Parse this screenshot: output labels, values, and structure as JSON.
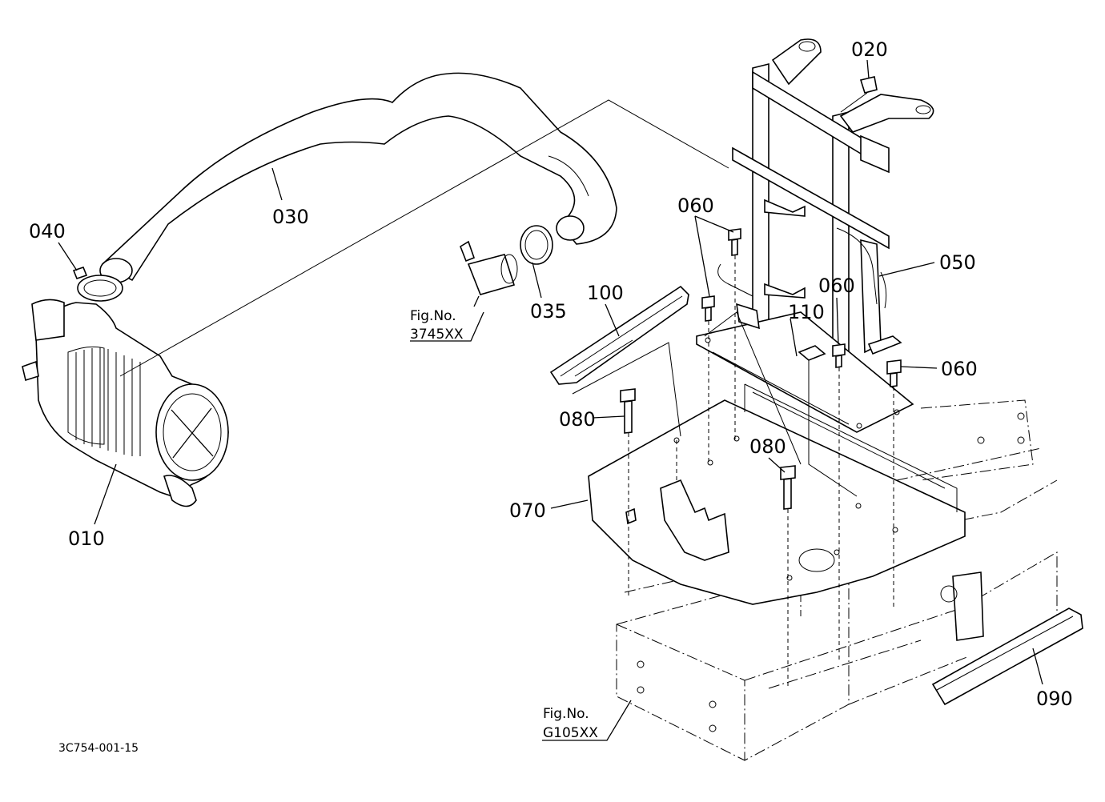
{
  "diagram": {
    "parts": [
      {
        "id": "p010",
        "label": "010"
      },
      {
        "id": "p020",
        "label": "020"
      },
      {
        "id": "p030",
        "label": "030"
      },
      {
        "id": "p035",
        "label": "035"
      },
      {
        "id": "p040",
        "label": "040"
      },
      {
        "id": "p050",
        "label": "050"
      },
      {
        "id": "p060a",
        "label": "060"
      },
      {
        "id": "p060b",
        "label": "060"
      },
      {
        "id": "p060c",
        "label": "060"
      },
      {
        "id": "p070",
        "label": "070"
      },
      {
        "id": "p080a",
        "label": "080"
      },
      {
        "id": "p080b",
        "label": "080"
      },
      {
        "id": "p090",
        "label": "090"
      },
      {
        "id": "p100",
        "label": "100"
      },
      {
        "id": "p110",
        "label": "110"
      }
    ],
    "figure_refs": [
      {
        "prefix": "Fig.No.",
        "number": "3745XX"
      },
      {
        "prefix": "Fig.No.",
        "number": "G105XX"
      }
    ],
    "drawing_code": "3C754-001-15"
  }
}
